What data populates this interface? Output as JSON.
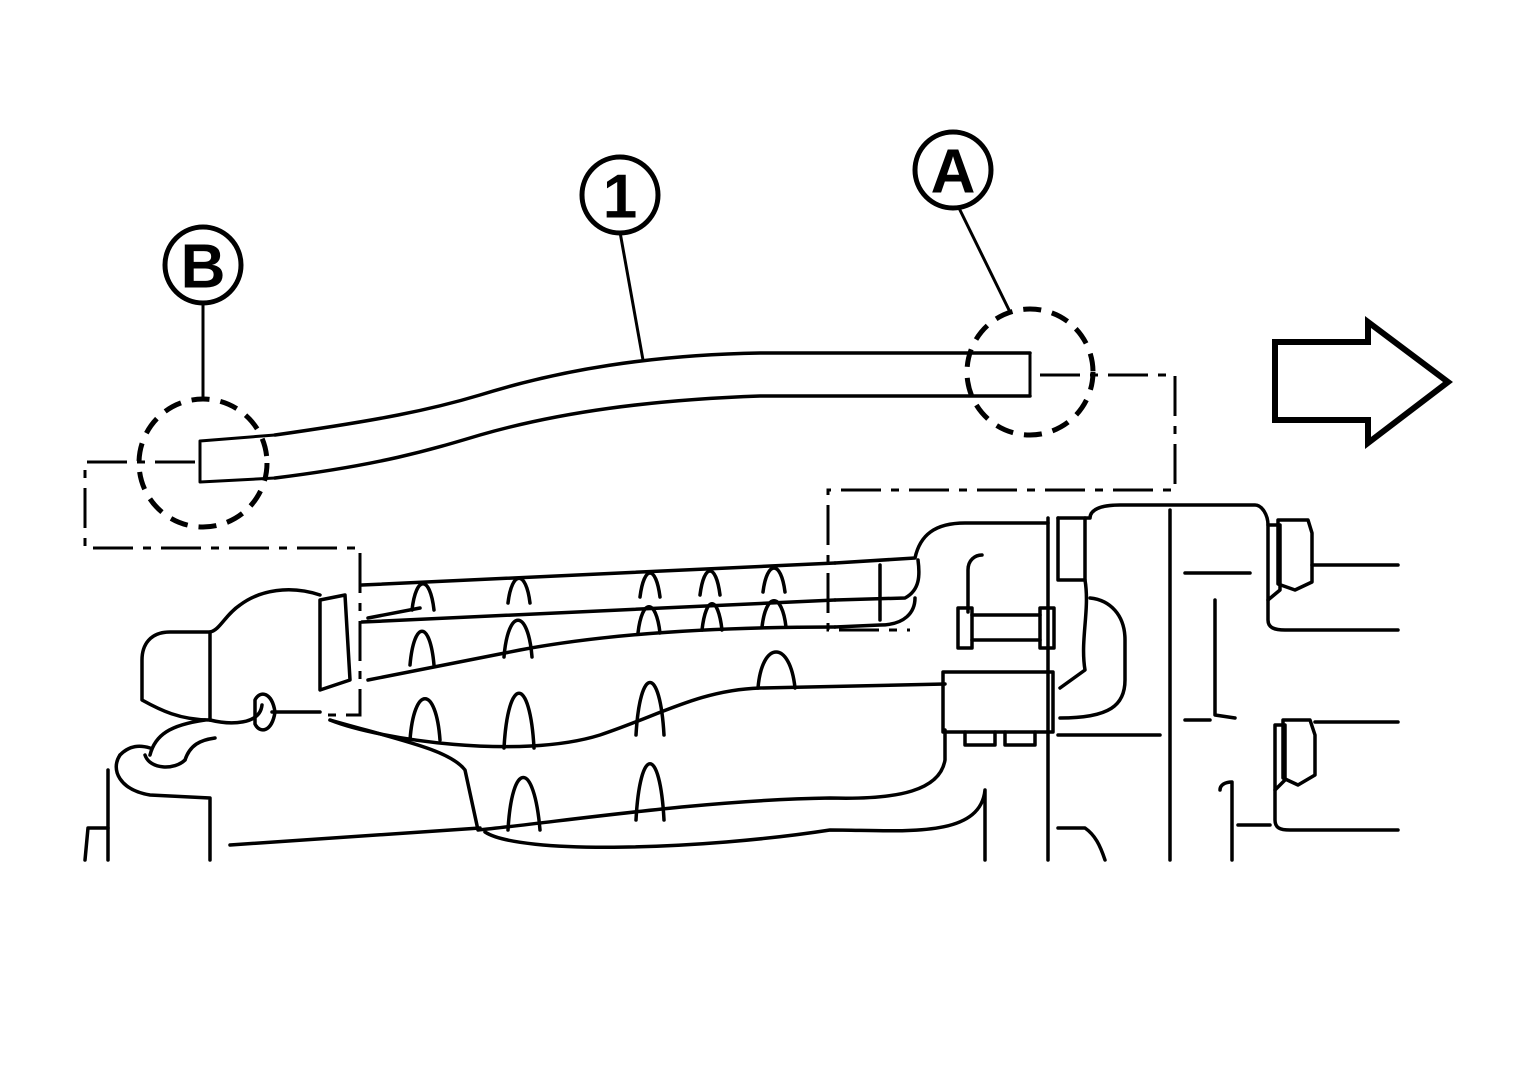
{
  "callouts": {
    "part_1": "1",
    "detail_a": "A",
    "detail_b": "B"
  },
  "icons": {
    "direction": "front-arrow-icon"
  }
}
